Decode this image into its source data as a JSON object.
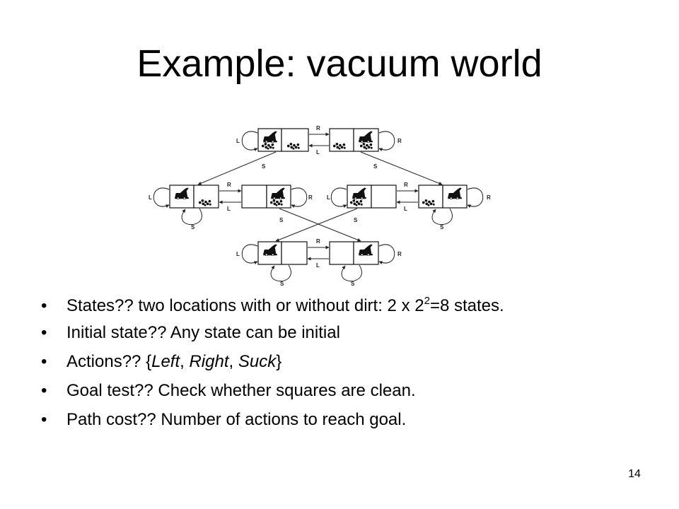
{
  "slide": {
    "title": "Example: vacuum world",
    "page_number": "14"
  },
  "diagram": {
    "action_labels": {
      "left": "L",
      "right": "R",
      "suck": "S"
    },
    "states": [
      {
        "vacuum": "left",
        "dirt_left": true,
        "dirt_right": true
      },
      {
        "vacuum": "right",
        "dirt_left": true,
        "dirt_right": true
      },
      {
        "vacuum": "left",
        "dirt_left": false,
        "dirt_right": true
      },
      {
        "vacuum": "right",
        "dirt_left": false,
        "dirt_right": true
      },
      {
        "vacuum": "left",
        "dirt_left": true,
        "dirt_right": false
      },
      {
        "vacuum": "right",
        "dirt_left": true,
        "dirt_right": false
      },
      {
        "vacuum": "left",
        "dirt_left": false,
        "dirt_right": false
      },
      {
        "vacuum": "right",
        "dirt_left": false,
        "dirt_right": false
      }
    ]
  },
  "bullets": {
    "states": {
      "lead": "States?? two locations with or without dirt: 2 x 2",
      "exponent": "2",
      "tail": "=8 states."
    },
    "initial": "Initial state?? Any state can be initial",
    "actions": {
      "lead": "Actions?? {",
      "left": "Left",
      "sep1": ", ",
      "right": "Right",
      "sep2": ", ",
      "suck": "Suck",
      "end": "}"
    },
    "goal": "Goal test?? Check whether squares are clean.",
    "path": "Path cost?? Number of actions to reach goal."
  }
}
